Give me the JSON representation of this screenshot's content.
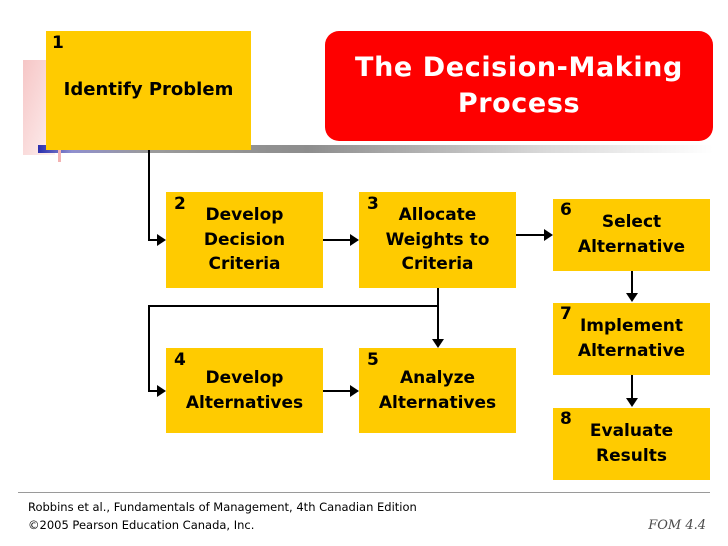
{
  "slide": {
    "title": "The Decision-Making Process",
    "footer_line1": "Robbins et al., Fundamentals of Management, 4th Canadian Edition",
    "footer_line2": "©2005 Pearson Education Canada, Inc.",
    "footer_code": "FOM 4.4",
    "colors": {
      "title_background": "#fe0000",
      "title_text": "#ffffff",
      "box_background": "#ffcb00",
      "box_text": "#000000",
      "connector": "#000000",
      "page_background": "#ffffff"
    }
  },
  "steps": [
    {
      "number": "1",
      "label": "Identify Problem"
    },
    {
      "number": "2",
      "label": "Develop Decision Criteria"
    },
    {
      "number": "3",
      "label": "Allocate Weights to Criteria"
    },
    {
      "number": "4",
      "label": "Develop Alternatives"
    },
    {
      "number": "5",
      "label": "Analyze Alternatives"
    },
    {
      "number": "6",
      "label": "Select Alternative"
    },
    {
      "number": "7",
      "label": "Implement Alternative"
    },
    {
      "number": "8",
      "label": "Evaluate Results"
    }
  ]
}
